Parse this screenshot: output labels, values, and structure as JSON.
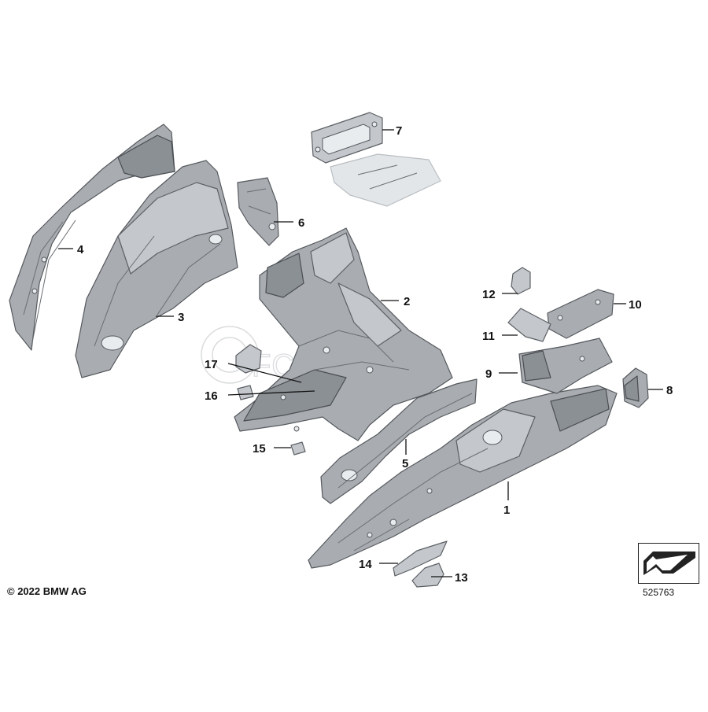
{
  "callouts": [
    {
      "id": "1",
      "label": "1"
    },
    {
      "id": "2",
      "label": "2"
    },
    {
      "id": "3",
      "label": "3"
    },
    {
      "id": "4",
      "label": "4"
    },
    {
      "id": "5",
      "label": "5"
    },
    {
      "id": "6",
      "label": "6"
    },
    {
      "id": "7",
      "label": "7"
    },
    {
      "id": "8",
      "label": "8"
    },
    {
      "id": "9",
      "label": "9"
    },
    {
      "id": "10",
      "label": "10"
    },
    {
      "id": "11",
      "label": "11"
    },
    {
      "id": "12",
      "label": "12"
    },
    {
      "id": "13",
      "label": "13"
    },
    {
      "id": "14",
      "label": "14"
    },
    {
      "id": "15",
      "label": "15"
    },
    {
      "id": "16",
      "label": "16"
    },
    {
      "id": "17",
      "label": "17"
    }
  ],
  "copyright": "© 2022 BMW AG",
  "diagram_number": "525763",
  "watermark_text": "FCP EURO",
  "colors": {
    "part_fill": "#a9adb1",
    "part_outline": "#55595d",
    "text": "#111111"
  }
}
